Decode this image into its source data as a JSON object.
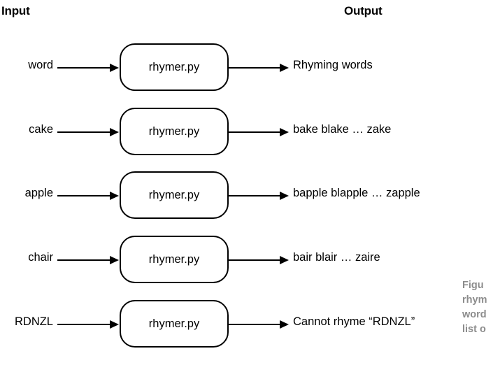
{
  "headers": {
    "input": "Input",
    "output": "Output"
  },
  "process_label": "rhymer.py",
  "rows": [
    {
      "input": "word",
      "process": "rhymer.py",
      "output": "Rhyming words"
    },
    {
      "input": "cake",
      "process": "rhymer.py",
      "output": "bake blake … zake"
    },
    {
      "input": "apple",
      "process": "rhymer.py",
      "output": "bapple blapple … zapple"
    },
    {
      "input": "chair",
      "process": "rhymer.py",
      "output": "bair blair … zaire"
    },
    {
      "input": "RDNZL",
      "process": "rhymer.py",
      "output": "Cannot rhyme “RDNZL”"
    }
  ],
  "caption": {
    "lines": [
      "Figu",
      "rhym",
      "word",
      "list o"
    ],
    "color": "#8c8c8c"
  },
  "colors": {
    "stroke": "#000000",
    "text": "#000000",
    "background": "#ffffff",
    "caption": "#8c8c8c"
  }
}
